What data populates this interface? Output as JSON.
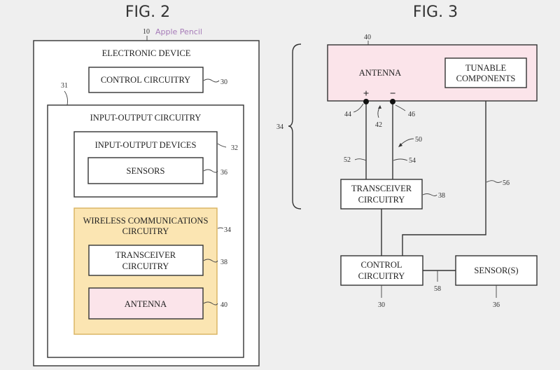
{
  "fig2": {
    "title": "FIG. 2",
    "device_ref": "10",
    "brand_note": "Apple Pencil",
    "electronic_device": "ELECTRONIC DEVICE",
    "control_circuitry": "CONTROL CIRCUITRY",
    "control_ref": "30",
    "io_ref": "31",
    "io_circuitry": "INPUT-OUTPUT CIRCUITRY",
    "io_devices": "INPUT-OUTPUT DEVICES",
    "io_devices_ref": "32",
    "sensors": "SENSORS",
    "sensors_ref": "36",
    "wireless_line1": "WIRELESS COMMUNICATIONS",
    "wireless_line2": "CIRCUITRY",
    "wireless_ref": "34",
    "transceiver_line1": "TRANSCEIVER",
    "transceiver_line2": "CIRCUITRY",
    "transceiver_ref": "38",
    "antenna": "ANTENNA",
    "antenna_ref": "40"
  },
  "fig3": {
    "title": "FIG. 3",
    "brace_ref": "34",
    "antenna_ref": "40",
    "antenna": "ANTENNA",
    "tunable_line1": "TUNABLE",
    "tunable_line2": "COMPONENTS",
    "plus": "+",
    "minus": "−",
    "pos_ref": "44",
    "neg_ref": "46",
    "feed_ref": "42",
    "path_ref": "50",
    "line_pos_ref": "52",
    "line_neg_ref": "54",
    "control_line_ref": "56",
    "transceiver_line1": "TRANSCEIVER",
    "transceiver_line2": "CIRCUITRY",
    "transceiver_ref": "38",
    "control_line1": "CONTROL",
    "control_line2": "CIRCUITRY",
    "control_ref": "30",
    "sensor": "SENSOR(S)",
    "sensor_link_ref": "58",
    "sensor_ref": "36"
  },
  "colors": {
    "antenna_fill": "#fbe4ea",
    "wireless_fill": "#fbe5b2",
    "brand_text": "#a67bb8"
  }
}
